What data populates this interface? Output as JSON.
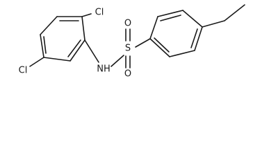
{
  "molecule": {
    "atoms": {
      "cl_top": "Cl",
      "cl_left": "Cl",
      "nh": "NH",
      "s": "S",
      "o_top": "O",
      "o_bottom": "O"
    }
  },
  "colors": {
    "bond": "#1a1a1a",
    "text": "#1a1a1a",
    "background": "#ffffff"
  }
}
